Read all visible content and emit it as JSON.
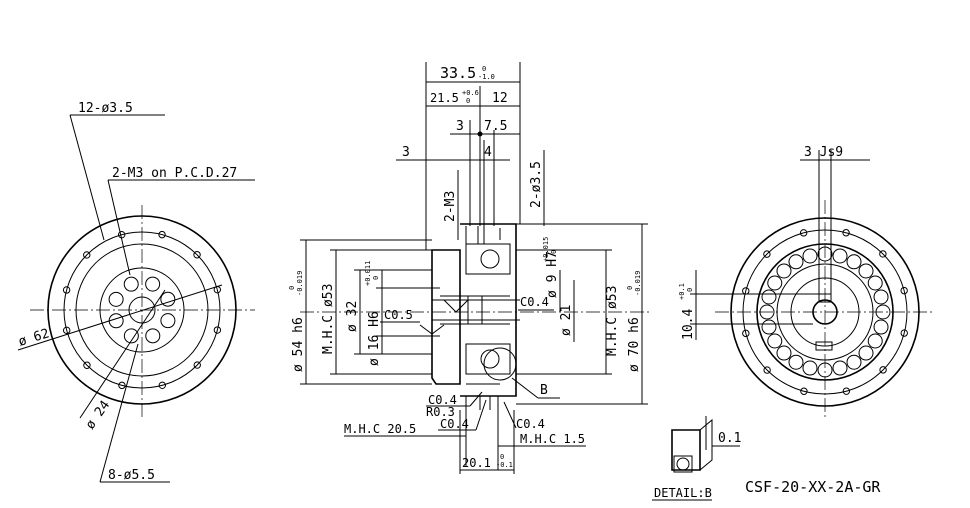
{
  "left_view": {
    "holes_outer": "12-ø3.5",
    "tapped_holes": "2-M3 on P.C.D.27",
    "dia_outer": "ø 62",
    "dia_inner": "ø 24",
    "holes_inner": "8-ø5.5"
  },
  "section_view": {
    "overall_len": "33.5",
    "overall_tol_up": "0",
    "overall_tol_lo": "-1.0",
    "len_21_5": "21.5",
    "len_21_5_tol_up": "+0.6",
    "len_21_5_tol_lo": "0",
    "len_12": "12",
    "len_3a": "3",
    "len_7_5": "7.5",
    "len_3b": "3",
    "len_4": "4",
    "label_2m3": "2-M3",
    "label_2d35": "2-ø3.5",
    "dia_54": "ø 54 h6",
    "dia_54_tol_up": "0",
    "dia_54_tol_lo": "-0.019",
    "mhc_53_left": "M.H.C ø53",
    "dia_32": "ø 32",
    "dia_16": "ø 16 H6",
    "dia_16_tol_up": "+0.011",
    "dia_16_tol_lo": "0",
    "c05": "C0.5",
    "dia_9": "ø 9  H7",
    "dia_9_tol_up": "+0.015",
    "dia_9_tol_lo": "0",
    "c04_top": "C0.4",
    "dia_21": "ø 21",
    "mhc_53_right": "M.H.C ø53",
    "dia_70": "ø 70 h6",
    "dia_70_tol_up": "0",
    "dia_70_tol_lo": "-0.019",
    "detail_ref": "B",
    "c04_a": "C0.4",
    "r03": "R0.3",
    "c04_b": "C0.4",
    "c04_c": "C0.4",
    "mhc_20_5": "M.H.C 20.5",
    "mhc_1_5": "M.H.C 1.5",
    "len_20_1": "20.1",
    "len_20_1_tol_up": "0",
    "len_20_1_tol_lo": "-0.1"
  },
  "right_view": {
    "keyway": "3  Js9",
    "keyway_h": "10.4",
    "keyway_h_tol_up": "+0.1",
    "keyway_h_tol_lo": "0"
  },
  "detail": {
    "dim": "0.1",
    "label": "DETAIL:B"
  },
  "model_code": "CSF-20-XX-2A-GR"
}
